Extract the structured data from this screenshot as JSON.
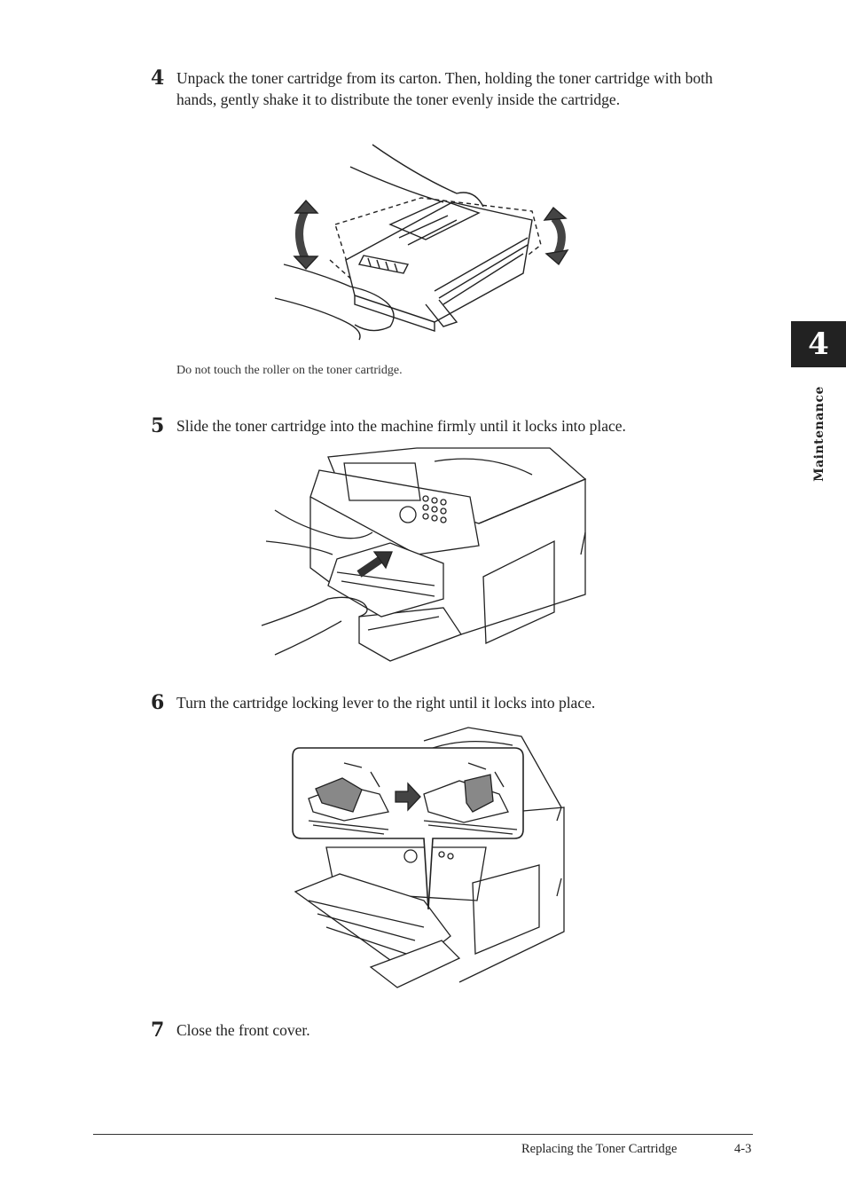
{
  "steps": [
    {
      "number": "4",
      "text": "Unpack the toner cartridge from its carton. Then, holding the toner cartridge with both hands, gently shake it to distribute the toner evenly inside the cartridge."
    },
    {
      "number": "5",
      "text": "Slide the toner cartridge into the machine firmly until it locks into place."
    },
    {
      "number": "6",
      "text": "Turn the cartridge locking lever to the right until it locks into place."
    },
    {
      "number": "7",
      "text": "Close the front cover."
    }
  ],
  "note": "Do not touch the roller on the toner cartridge.",
  "chapter": {
    "number": "4",
    "label": "Maintenance"
  },
  "footer": {
    "title": "Replacing the Toner Cartridge",
    "page": "4-3"
  }
}
